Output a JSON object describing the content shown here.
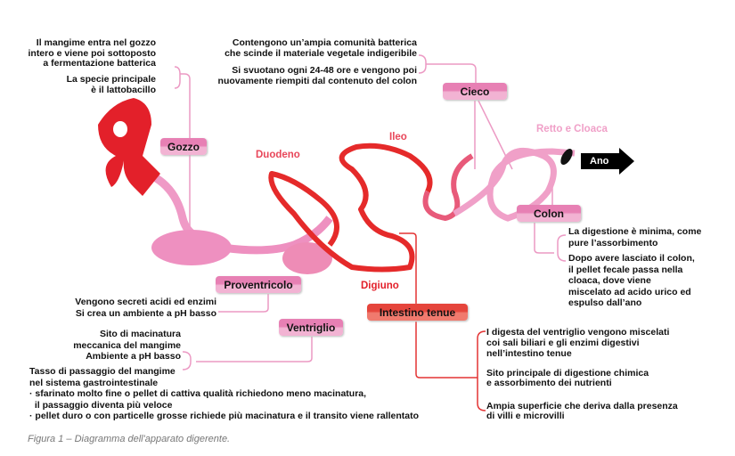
{
  "organs": {
    "gozzo": "Gozzo",
    "cieco": "Cieco",
    "colon": "Colon",
    "proventricolo": "Proventricolo",
    "ventriglio": "Ventriglio",
    "intestino_tenue": "Intestino tenue",
    "duodeno": "Duodeno",
    "ileo": "Ileo",
    "digiuno": "Digiuno",
    "retto_cloaca": "Retto e Cloaca",
    "ano": "Ano"
  },
  "notes": {
    "gozzo": [
      "Il mangime entra nel gozzo",
      "intero e viene poi sottoposto",
      "a fermentazione batterica",
      "La specie principale",
      "è il lattobacillo"
    ],
    "cieco": [
      "Contengono un’ampia comunità batterica",
      "che scinde il materiale vegetale indigeribile",
      "Si svuotano ogni 24-48 ore e vengono poi",
      "nuovamente riempiti dal contenuto del colon"
    ],
    "proventricolo": [
      "Vengono secreti acidi ed enzimi",
      "Si crea un ambiente a pH basso"
    ],
    "ventriglio": [
      "Sito di macinatura",
      "meccanica del mangime",
      "Ambiente a pH basso",
      "Tasso di passaggio del mangime",
      "nel sistema gastrointestinale",
      "· sfarinato molto fine o pellet di cattiva qualità richiedono meno macinatura,",
      "  il passaggio diventa più veloce",
      "· pellet duro o con particelle grosse richiede più macinatura e il transito viene rallentato"
    ],
    "colon": [
      "La digestione è minima, come",
      "pure l’assorbimento",
      "Dopo avere lasciato il colon,",
      "il pellet fecale passa nella",
      "cloaca, dove viene",
      "miscelato ad acido urico ed",
      "espulso dall’ano"
    ],
    "intestino": [
      "I digesta del ventriglio vengono miscelati",
      "coi sali biliari e gli enzimi digestivi",
      "nell’intestino tenue",
      "Sito principale di digestione chimica",
      "e assorbimento dei nutrienti",
      "Ampia superficie che deriva dalla presenza",
      "di villi e microvilli"
    ]
  },
  "caption": "Figura 1 – Diagramma dell'apparato digerente.",
  "colors": {
    "pink": "#e878b0",
    "red": "#e52a2a",
    "light_pink": "#f0a0c8"
  }
}
